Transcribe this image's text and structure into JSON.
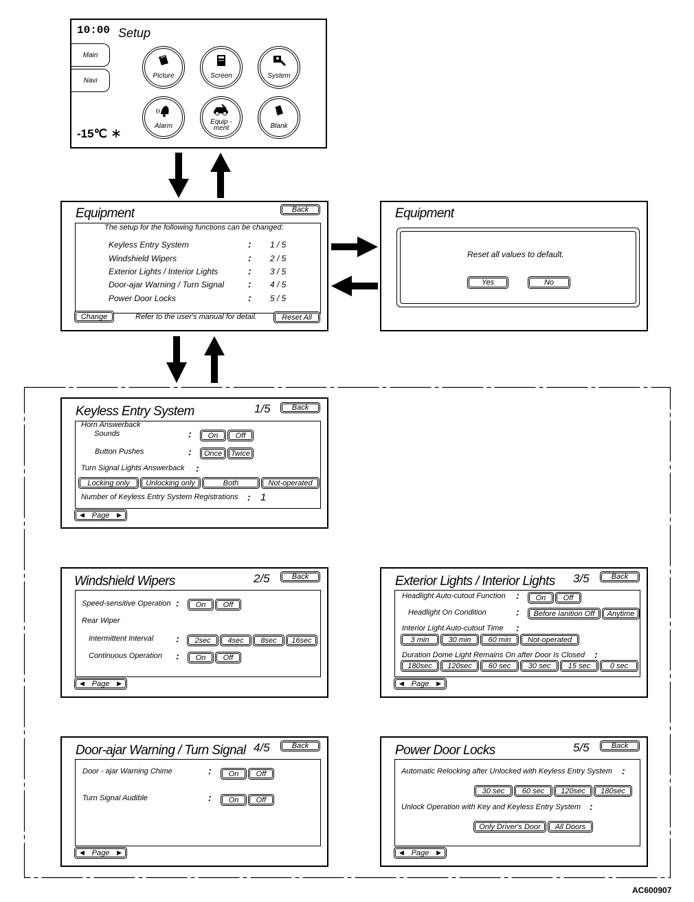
{
  "setup": {
    "time": "10:00",
    "title": "Setup",
    "side_buttons": [
      "Main",
      "Navi"
    ],
    "icons": [
      {
        "label": "Picture",
        "icon": "picture-icon"
      },
      {
        "label": "Screen",
        "icon": "screen-icon"
      },
      {
        "label": "System",
        "icon": "system-icon"
      },
      {
        "label": "Alarm",
        "icon": "alarm-icon"
      },
      {
        "label1": "Equip -",
        "label2": "ment",
        "icon": "equipment-icon"
      },
      {
        "label": "Blank",
        "icon": "blank-icon"
      }
    ],
    "temperature": "-15℃"
  },
  "equipment": {
    "title": "Equipment",
    "back": "Back",
    "intro": "The setup for the following functions can be  changed:",
    "items": [
      {
        "name": "Keyless Entry System",
        "page": "1 / 5"
      },
      {
        "name": "Windshield Wipers",
        "page": "2 / 5"
      },
      {
        "name": "Exterior Lights / Interior Lights",
        "page": "3 / 5"
      },
      {
        "name": "Door-ajar Warning / Turn Signal",
        "page": "4 / 5"
      },
      {
        "name": "Power Door Locks",
        "page": "5 / 5"
      }
    ],
    "colon": ":",
    "change": "Change",
    "refer": "Refer to the user's manual for detail.",
    "reset_all": "Reset All"
  },
  "reset_dialog": {
    "title": "Equipment",
    "message": "Reset all values to default.",
    "yes": "Yes",
    "no": "No"
  },
  "keyless": {
    "title": "Keyless Entry System",
    "page": "1/5",
    "back": "Back",
    "horn_answerback": "Horn Answerback",
    "sounds": "Sounds",
    "on": "On",
    "off": "Off",
    "button_pushes": "Button Pushes",
    "once": "Once",
    "twice": "Twice",
    "turn_signal_answerback": "Turn Signal Lights Answerback",
    "locking_only": "Locking only",
    "unlocking_only": "Unlocking only",
    "both": "Both",
    "not_operated": "Not-operated",
    "registrations": "Number of Keyless Entry System Registrations",
    "registrations_value": "1",
    "page_btn": "Page"
  },
  "wipers": {
    "title": "Windshield Wipers",
    "page": "2/5",
    "back": "Back",
    "speed_sensitive": "Speed-sensitive Operation",
    "on": "On",
    "off": "Off",
    "rear_wiper": "Rear Wiper",
    "intermittent": "Intermittent Interval",
    "intervals": [
      "2sec",
      "4sec",
      "8sec",
      "16sec"
    ],
    "continuous": "Continuous Operation",
    "page_btn": "Page"
  },
  "lights": {
    "title": "Exterior Lights / Interior Lights",
    "page": "3/5",
    "back": "Back",
    "headlight_autocutout": "Headlight Auto-cutout Function",
    "on": "On",
    "off": "Off",
    "headlight_on_condition": "Headlight On Condition",
    "before_ignition_off": "Before Ianition Off",
    "anytime": "Anytime",
    "interior_autocutout": "Interior Light Auto-cutout Time",
    "times": [
      "3 min",
      "30 min",
      "60 min",
      "Not-operated"
    ],
    "dome_duration": "Duration Dome Light Remains On after Door Is  Closed",
    "durations": [
      "180sec",
      "120sec",
      "60 sec",
      "30 sec",
      "15 sec",
      "0 sec"
    ],
    "page_btn": "Page"
  },
  "doorajar": {
    "title": "Door-ajar Warning / Turn Signal",
    "page": "4/5",
    "back": "Back",
    "chime": "Door - ajar Warning Chime",
    "audible": "Turn Signal Audible",
    "on": "On",
    "off": "Off",
    "page_btn": "Page"
  },
  "doorlocks": {
    "title": "Power Door Locks",
    "page": "5/5",
    "back": "Back",
    "relocking": "Automatic Relocking after Unlocked with Keyless Entry System",
    "relock_times": [
      "30 sec",
      "60 sec",
      "120sec",
      "180sec"
    ],
    "unlock_op": "Unlock Operation with Key and Keyless Entry System",
    "only_driver": "Only Driver's Door",
    "all_doors": "All Doors",
    "page_btn": "Page"
  },
  "figure_id": "AC600907"
}
